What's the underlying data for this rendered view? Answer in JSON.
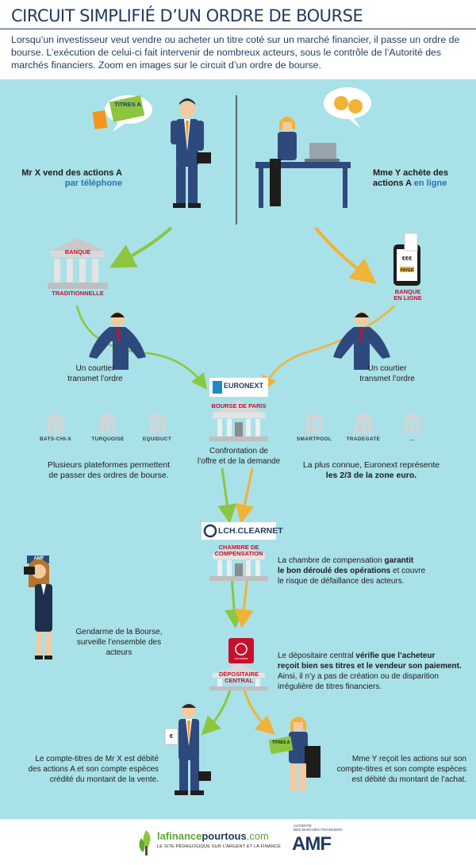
{
  "header": {
    "title": "CIRCUIT SIMPLIFIÉ D’UN ORDRE DE BOURSE",
    "intro": "Lorsqu’un investisseur veut vendre ou acheter un titre coté sur un marché financier, il passe un ordre de bourse. L’exécution de celui-ci fait intervenir de nombreux acteurs, sous le contrôle de l’Autorité des marchés financiers. Zoom en images sur le circuit d’un ordre de bourse."
  },
  "seller": {
    "line1": "Mr X vend des actions A",
    "line2": "par téléphone",
    "doc_label": "TITRES A"
  },
  "buyer": {
    "line1": "Mme Y achète des",
    "line2_plain": "actions A ",
    "line2_blue": "en ligne"
  },
  "banks": {
    "left_top": "BANQUE",
    "left_bottom": "TRADITIONNELLE",
    "right_phone_amount": "€€€",
    "right_phone_button": "PAYER",
    "right_line1": "BANQUE",
    "right_line2": "EN LIGNE"
  },
  "brokers": {
    "left": [
      "Un courtier",
      "transmet l’ordre"
    ],
    "right": [
      "Un courtier",
      "transmet l’ordre"
    ]
  },
  "euronext": {
    "logo": "EURONEXT",
    "sign": "BOURSE DE PARIS",
    "caption": [
      "Confrontation de",
      "l’offre et de la demande"
    ]
  },
  "platforms": {
    "left": [
      "BATS-CHI-X",
      "TURQUOISE",
      "EQUIDUCT"
    ],
    "right": [
      "SMARTPOOL",
      "TRADEGATE",
      "..."
    ],
    "left_caption": [
      "Plusieurs plateformes permettent",
      "de passer des ordres de bourse."
    ],
    "right_caption_1": "La plus connue, Euronext représente",
    "right_caption_2": "les 2/3 de la zone euro."
  },
  "clearing": {
    "logo": "LCH.CLEARNET",
    "sign": [
      "CHAMBRE DE",
      "COMPENSATION"
    ],
    "text_1": "La chambre de compensation ",
    "text_bold_1": "garantit",
    "text_bold_2": "le bon déroulé des opérations",
    "text_2": " et couvre",
    "text_3": "le risque de défaillance des acteurs."
  },
  "amf_gendarme": {
    "cap": "AMF",
    "line1": "Gendarme de la Bourse,",
    "line2": "surveille l’ensemble des acteurs"
  },
  "depositary": {
    "logo": "euroclear",
    "sign": [
      "DÉPOSITAIRE",
      "CENTRAL"
    ],
    "text_1": "Le dépositaire central ",
    "text_bold_1": "vérifie que l’acheteur",
    "text_bold_2": "reçoit bien ses titres et le vendeur son paiement.",
    "text_3": "Ainsi, il n’y a pas de création ou de disparition",
    "text_4": "irrégulière de titres financiers."
  },
  "outcome": {
    "seller": [
      "Le compte-titres de Mr X est débité",
      "des actions A et son compte espèces",
      "crédité du montant de la vente."
    ],
    "buyer": [
      "Mme Y reçoit les actions sur son",
      "compte-titres et son compte espèces",
      "est débité du montant de l’achat."
    ],
    "seller_doc": "€",
    "buyer_doc": "TITRES A"
  },
  "footer": {
    "lfpt_main_1": "lafinance",
    "lfpt_main_2": "pourtous",
    "lfpt_main_3": ".com",
    "lfpt_sub": "LE SITE PÉDAGOGIQUE SUR L’ARGENT ET LA FINANCE",
    "amf_small_1": "AUTORITÉ",
    "amf_small_2": "DES MARCHÉS FINANCIERS",
    "amf_logo": "AMF"
  },
  "colors": {
    "background": "#a9e1e8",
    "title_blue": "#1f3a5f",
    "accent_blue": "#2a72b5",
    "arrow_green": "#8cc63f",
    "arrow_orange": "#f0b335",
    "red": "#c8102e",
    "navy_suit": "#2e4a7d"
  }
}
